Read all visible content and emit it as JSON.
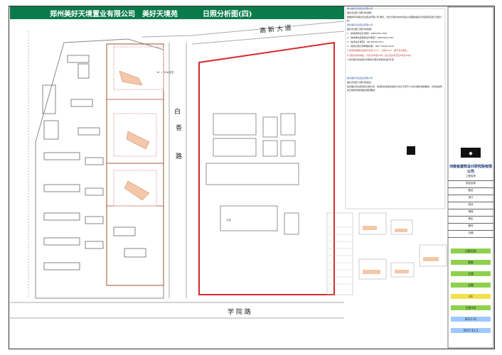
{
  "header": {
    "company": "郑州美好天境置业有限公司",
    "project": "美好天境苑",
    "drawing": "日照分析图(四)"
  },
  "roads": {
    "north": "高 新 大 道",
    "south": "学 院 路",
    "middle": "香 路"
  },
  "middle_road_char": "白",
  "plan_labels": {
    "north_area": "14 — 15#住宅",
    "block_label": "小区"
  },
  "notes": {
    "sec1_title": "郑州美好天境置业有限公司",
    "sec1_sub": "美好天境苑 日照分析说明:",
    "sec1_body": "根据贵司对美好天境置业有限公司 委托，对位于郑州市中牟县白沙组团的美好天境苑项目进行日照分析。",
    "sec2_title": "郑州美好天境置业有限公司",
    "sec2_sub": "美好天境苑 日照分析依据:",
    "sec2_items": [
      "1.《民用建筑设计通则》 GB50352-2005",
      "2.《城市居住区规划设计规范》 GB50180-2016",
      "3.《住宅设计规范》 GB 50096-2011",
      "4.《建筑日照计算参数标准》 GB/T 50947-2014",
      "5.本项目地理位置坐标东经113.7°，北纬34.8°，属于寒冷地区。",
      "6.日照分析时间段：大寒日9时至15时（幼儿园为冬至日9时至15时）",
      "7.本日照分析采用众智软件日照分析软件进行计算"
    ],
    "sec3_title": "郑州美好天境置业有限公司",
    "sec3_sub": "美好天境苑 日照分析结论:",
    "sec3_body": "经对美好天境苑项目日照分析，本项目住宅建筑满足大寒日不低于2小时日照标准的要求，对周边建筑的日照影响满足相关规范要求。"
  },
  "title_block": {
    "company": "河南省建筑设计研究院有限公司",
    "rows": [
      "工程名称",
      "项目名称",
      "图名",
      "设计",
      "校对",
      "审核",
      "审定",
      "图号",
      "日期"
    ],
    "chips": [
      {
        "text": "日照分析",
        "color": "#8fd14f"
      },
      {
        "text": "规划",
        "color": "#8fd14f"
      },
      {
        "text": "方案",
        "color": "#8fd14f"
      },
      {
        "text": "总图",
        "color": "#8fd14f"
      },
      {
        "text": "A3",
        "color": "#f2e14c"
      },
      {
        "text": "日照-04",
        "color": "#8fd14f"
      },
      {
        "text": "2017-11",
        "color": "#9ec9ff"
      },
      {
        "text": "2017-11-1",
        "color": "#9ec9ff"
      }
    ]
  }
}
